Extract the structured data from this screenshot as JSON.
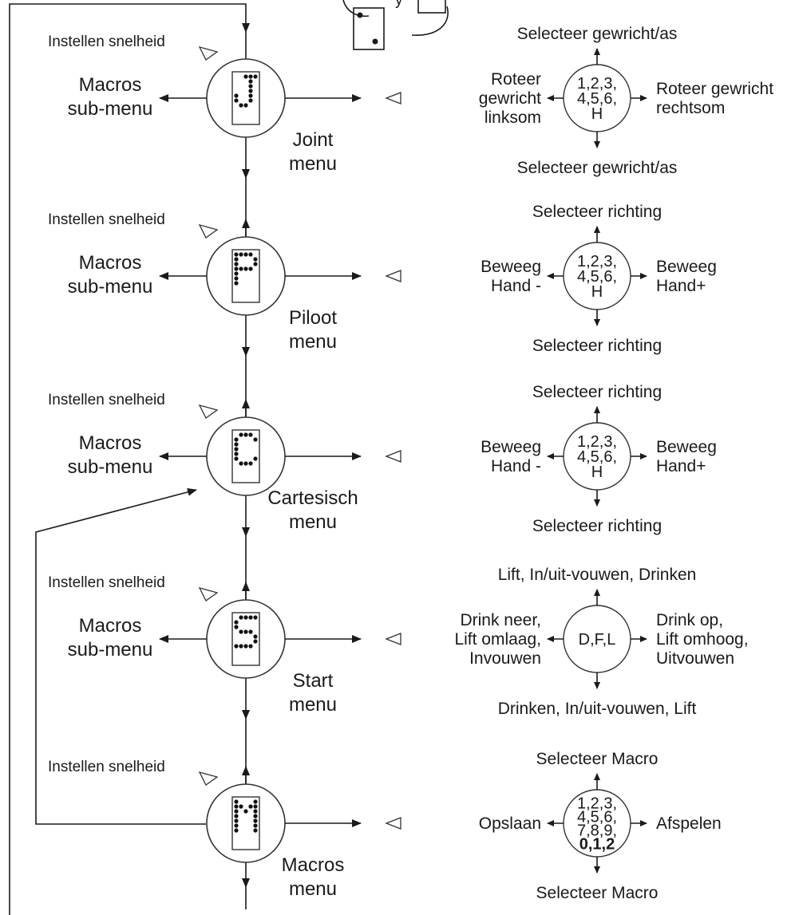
{
  "menus": [
    {
      "id": "joint",
      "name_lines": [
        "Joint",
        "menu"
      ],
      "speed_label": "Instellen snelheid",
      "submenu_lines": [
        "Macros",
        "sub-menu"
      ],
      "icon": "J-dot-matrix-icon",
      "pad": {
        "center_lines": [
          "1,2,3,",
          "4,5,6,",
          "H"
        ],
        "top": [
          "Selecteer gewricht/as"
        ],
        "bottom": [
          "Selecteer gewricht/as"
        ],
        "left": [
          "Roteer",
          "gewricht",
          "linksom"
        ],
        "right": [
          "Roteer gewricht",
          "rechtsom"
        ]
      }
    },
    {
      "id": "piloot",
      "name_lines": [
        "Piloot",
        "menu"
      ],
      "speed_label": "Instellen snelheid",
      "submenu_lines": [
        "Macros",
        "sub-menu"
      ],
      "icon": "P-dot-matrix-icon",
      "pad": {
        "center_lines": [
          "1,2,3,",
          "4,5,6,",
          "H"
        ],
        "top": [
          "Selecteer richting"
        ],
        "bottom": [
          "Selecteer richting"
        ],
        "left": [
          "Beweeg",
          "Hand -"
        ],
        "right": [
          "Beweeg",
          "Hand+"
        ]
      }
    },
    {
      "id": "cartesisch",
      "name_lines": [
        "Cartesisch",
        "menu"
      ],
      "speed_label": "Instellen snelheid",
      "submenu_lines": [
        "Macros",
        "sub-menu"
      ],
      "icon": "C-dot-matrix-icon",
      "pad": {
        "center_lines": [
          "1,2,3,",
          "4,5,6,",
          "H"
        ],
        "top": [
          "Selecteer richting"
        ],
        "bottom": [
          "Selecteer richting"
        ],
        "left": [
          "Beweeg",
          "Hand -"
        ],
        "right": [
          "Beweeg",
          "Hand+"
        ]
      }
    },
    {
      "id": "start",
      "name_lines": [
        "Start",
        "menu"
      ],
      "speed_label": "Instellen snelheid",
      "submenu_lines": [
        "Macros",
        "sub-menu"
      ],
      "icon": "S-dot-matrix-icon",
      "pad": {
        "center_lines": [
          "D,F,L"
        ],
        "top": [
          "Lift, In/uit-vouwen, Drinken"
        ],
        "bottom": [
          "Drinken, In/uit-vouwen, Lift"
        ],
        "left": [
          "Drink neer,",
          "Lift omlaag,",
          "Invouwen"
        ],
        "right": [
          "Drink op,",
          "Lift omhoog,",
          "Uitvouwen"
        ]
      }
    },
    {
      "id": "macros",
      "name_lines": [
        "Macros",
        "menu"
      ],
      "speed_label": "Instellen snelheid",
      "submenu_lines": [],
      "icon": "M-dot-matrix-icon",
      "pad": {
        "center_lines": [
          "1,2,3,",
          "4,5,6,",
          "7,8,9,",
          "0,1,2"
        ],
        "top": [
          "Selecteer Macro"
        ],
        "bottom": [
          "Selecteer Macro"
        ],
        "left": [
          "Opslaan"
        ],
        "right": [
          "Afspelen"
        ]
      }
    }
  ]
}
